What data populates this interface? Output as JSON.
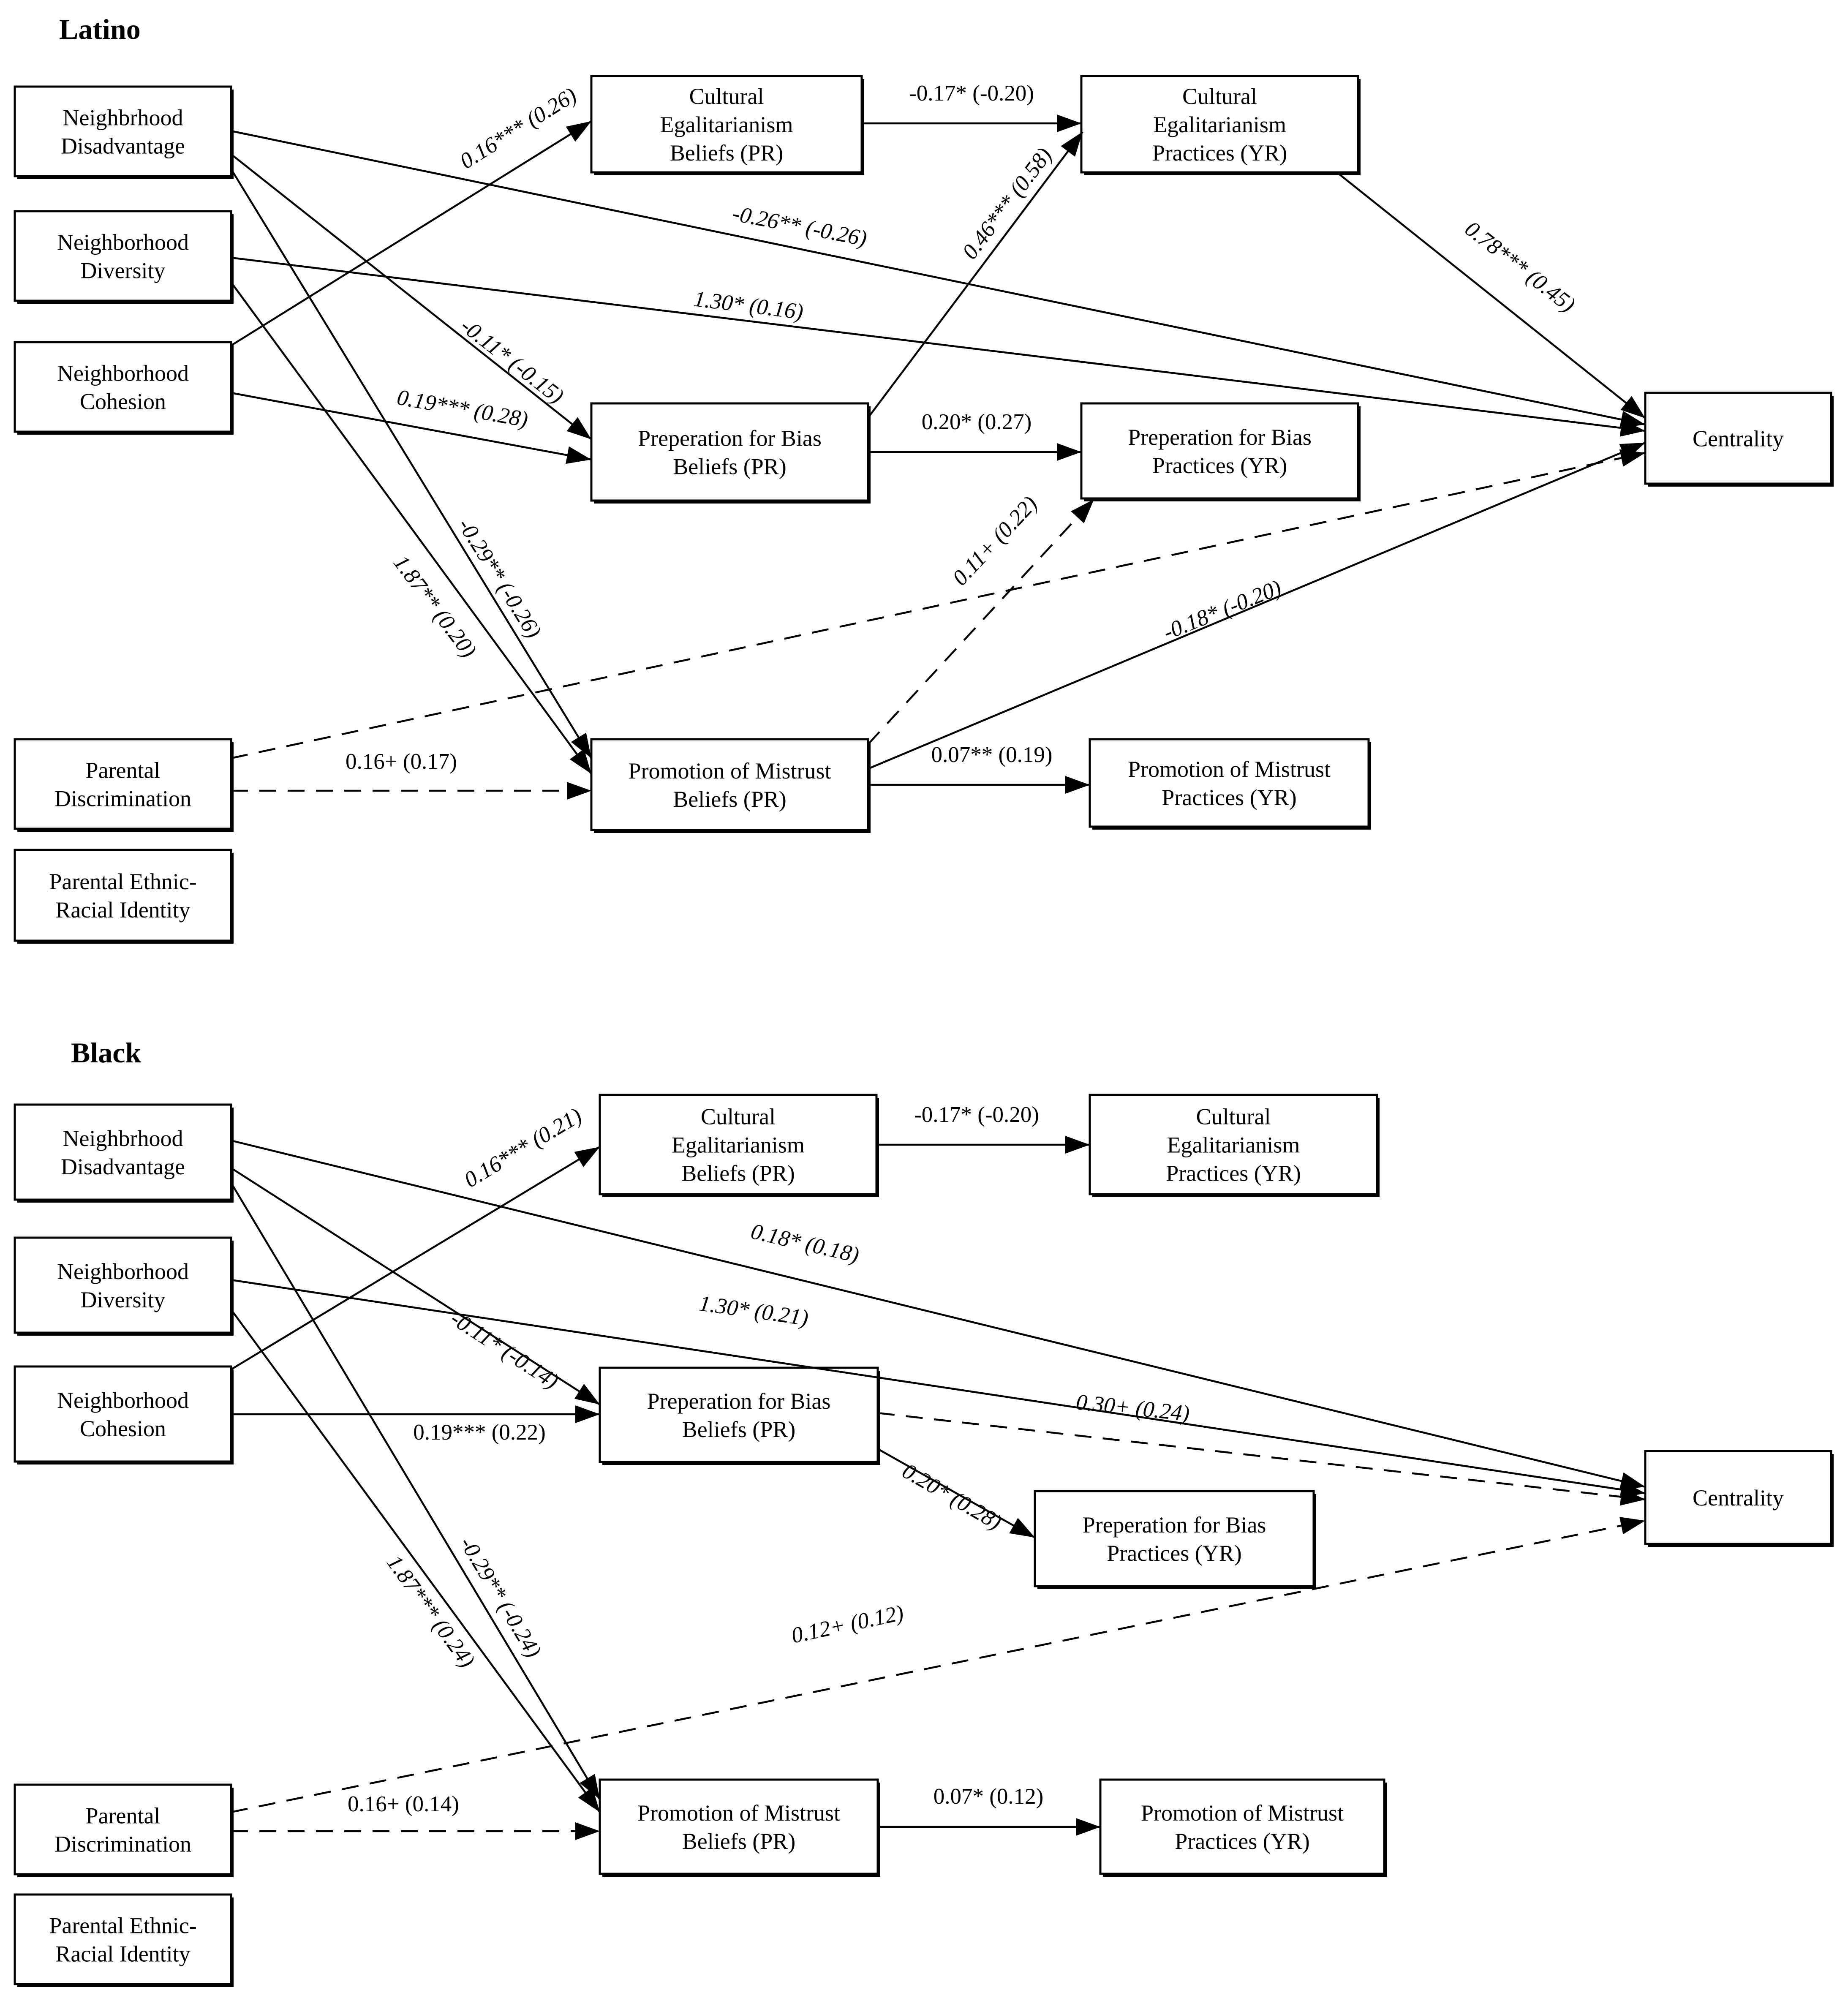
{
  "figure": {
    "colors": {
      "ink": "#000000",
      "background": "#ffffff"
    },
    "panels": [
      {
        "id": "latino",
        "title": "Latino",
        "nodes": [
          {
            "id": "neighborhood-disadvantage",
            "lines": [
              "Neighbrhood",
              "Disadvantage"
            ]
          },
          {
            "id": "neighborhood-diversity",
            "lines": [
              "Neighborhood",
              "Diversity"
            ]
          },
          {
            "id": "neighborhood-cohesion",
            "lines": [
              "Neighborhood",
              "Cohesion"
            ]
          },
          {
            "id": "parental-discrimination",
            "lines": [
              "Parental",
              "Discrimination"
            ]
          },
          {
            "id": "parental-ethnic-racial-identity",
            "lines": [
              "Parental Ethnic-",
              "Racial Identity"
            ]
          },
          {
            "id": "cultural-egalitarianism-beliefs",
            "lines": [
              "Cultural",
              "Egalitarianism",
              "Beliefs (PR)"
            ]
          },
          {
            "id": "cultural-egalitarianism-practices",
            "lines": [
              "Cultural",
              "Egalitarianism",
              "Practices (YR)"
            ]
          },
          {
            "id": "preparation-for-bias-beliefs",
            "lines": [
              "Preperation for Bias",
              "Beliefs (PR)"
            ]
          },
          {
            "id": "preparation-for-bias-practices",
            "lines": [
              "Preperation for Bias",
              "Practices (YR)"
            ]
          },
          {
            "id": "promotion-of-mistrust-beliefs",
            "lines": [
              "Promotion of Mistrust",
              "Beliefs (PR)"
            ]
          },
          {
            "id": "promotion-of-mistrust-practices",
            "lines": [
              "Promotion of Mistrust",
              "Practices (YR)"
            ]
          },
          {
            "id": "centrality",
            "lines": [
              "Centrality"
            ]
          }
        ],
        "edges": [
          {
            "from": "neighborhood-cohesion",
            "to": "cultural-egalitarianism-beliefs",
            "label": "0.16*** (0.26)",
            "style": "solid"
          },
          {
            "from": "cultural-egalitarianism-beliefs",
            "to": "cultural-egalitarianism-practices",
            "label": "-0.17* (-0.20)",
            "style": "solid"
          },
          {
            "from": "preparation-for-bias-beliefs",
            "to": "cultural-egalitarianism-practices",
            "label": "0.46*** (0.58)",
            "style": "solid"
          },
          {
            "from": "neighborhood-disadvantage",
            "to": "centrality",
            "label": "-0.26** (-0.26)",
            "style": "solid"
          },
          {
            "from": "neighborhood-diversity",
            "to": "centrality",
            "label": "1.30* (0.16)",
            "style": "solid"
          },
          {
            "from": "neighborhood-disadvantage",
            "to": "preparation-for-bias-beliefs",
            "label": "-0.11* (-0.15)",
            "style": "solid"
          },
          {
            "from": "neighborhood-cohesion",
            "to": "preparation-for-bias-beliefs",
            "label": "0.19*** (0.28)",
            "style": "solid"
          },
          {
            "from": "preparation-for-bias-beliefs",
            "to": "preparation-for-bias-practices",
            "label": "0.20* (0.27)",
            "style": "solid"
          },
          {
            "from": "cultural-egalitarianism-practices",
            "to": "centrality",
            "label": "0.78*** (0.45)",
            "style": "solid"
          },
          {
            "from": "neighborhood-disadvantage",
            "to": "promotion-of-mistrust-beliefs",
            "label": "-0.29** (-0.26)",
            "style": "solid"
          },
          {
            "from": "neighborhood-diversity",
            "to": "promotion-of-mistrust-beliefs",
            "label": "1.87** (0.20)",
            "style": "solid"
          },
          {
            "from": "parental-discrimination",
            "to": "promotion-of-mistrust-beliefs",
            "label": "0.16+ (0.17)",
            "style": "dashed"
          },
          {
            "from": "parental-discrimination",
            "to": "centrality",
            "label": "",
            "style": "dashed"
          },
          {
            "from": "promotion-of-mistrust-beliefs",
            "to": "preparation-for-bias-practices",
            "label": "0.11+ (0.22)",
            "style": "dashed"
          },
          {
            "from": "promotion-of-mistrust-beliefs",
            "to": "centrality",
            "label": "-0.18* (-0.20)",
            "style": "solid"
          },
          {
            "from": "promotion-of-mistrust-beliefs",
            "to": "promotion-of-mistrust-practices",
            "label": "0.07** (0.19)",
            "style": "solid"
          }
        ]
      },
      {
        "id": "black",
        "title": "Black",
        "nodes": [
          {
            "id": "neighborhood-disadvantage",
            "lines": [
              "Neighbrhood",
              "Disadvantage"
            ]
          },
          {
            "id": "neighborhood-diversity",
            "lines": [
              "Neighborhood",
              "Diversity"
            ]
          },
          {
            "id": "neighborhood-cohesion",
            "lines": [
              "Neighborhood",
              "Cohesion"
            ]
          },
          {
            "id": "parental-discrimination",
            "lines": [
              "Parental",
              "Discrimination"
            ]
          },
          {
            "id": "parental-ethnic-racial-identity",
            "lines": [
              "Parental Ethnic-",
              "Racial Identity"
            ]
          },
          {
            "id": "cultural-egalitarianism-beliefs",
            "lines": [
              "Cultural",
              "Egalitarianism",
              "Beliefs (PR)"
            ]
          },
          {
            "id": "cultural-egalitarianism-practices",
            "lines": [
              "Cultural",
              "Egalitarianism",
              "Practices (YR)"
            ]
          },
          {
            "id": "preparation-for-bias-beliefs",
            "lines": [
              "Preperation for Bias",
              "Beliefs (PR)"
            ]
          },
          {
            "id": "preparation-for-bias-practices",
            "lines": [
              "Preperation for Bias",
              "Practices (YR)"
            ]
          },
          {
            "id": "promotion-of-mistrust-beliefs",
            "lines": [
              "Promotion of Mistrust",
              "Beliefs (PR)"
            ]
          },
          {
            "id": "promotion-of-mistrust-practices",
            "lines": [
              "Promotion of Mistrust",
              "Practices (YR)"
            ]
          },
          {
            "id": "centrality",
            "lines": [
              "Centrality"
            ]
          }
        ],
        "edges": [
          {
            "from": "neighborhood-cohesion",
            "to": "cultural-egalitarianism-beliefs",
            "label": "0.16*** (0.21)",
            "style": "solid"
          },
          {
            "from": "cultural-egalitarianism-beliefs",
            "to": "cultural-egalitarianism-practices",
            "label": "-0.17* (-0.20)",
            "style": "solid"
          },
          {
            "from": "neighborhood-disadvantage",
            "to": "centrality",
            "label": "0.18* (0.18)",
            "style": "solid"
          },
          {
            "from": "neighborhood-diversity",
            "to": "centrality",
            "label": "1.30* (0.21)",
            "style": "solid"
          },
          {
            "from": "neighborhood-disadvantage",
            "to": "preparation-for-bias-beliefs",
            "label": "-0.11* (-0.14)",
            "style": "solid"
          },
          {
            "from": "neighborhood-cohesion",
            "to": "preparation-for-bias-beliefs",
            "label": "0.19*** (0.22)",
            "style": "solid"
          },
          {
            "from": "preparation-for-bias-beliefs",
            "to": "preparation-for-bias-practices",
            "label": "0.20* (0.28)",
            "style": "solid"
          },
          {
            "from": "preparation-for-bias-beliefs",
            "to": "centrality",
            "label": "0.30+ (0.24)",
            "style": "dashed"
          },
          {
            "from": "neighborhood-disadvantage",
            "to": "promotion-of-mistrust-beliefs",
            "label": "-0.29** (-0.24)",
            "style": "solid"
          },
          {
            "from": "neighborhood-diversity",
            "to": "promotion-of-mistrust-beliefs",
            "label": "1.87*** (0.24)",
            "style": "solid"
          },
          {
            "from": "parental-discrimination",
            "to": "promotion-of-mistrust-beliefs",
            "label": "0.16+ (0.14)",
            "style": "dashed"
          },
          {
            "from": "parental-discrimination",
            "to": "centrality",
            "label": "0.12+ (0.12)",
            "style": "dashed"
          },
          {
            "from": "promotion-of-mistrust-beliefs",
            "to": "promotion-of-mistrust-practices",
            "label": "0.07* (0.12)",
            "style": "solid"
          }
        ]
      }
    ]
  }
}
